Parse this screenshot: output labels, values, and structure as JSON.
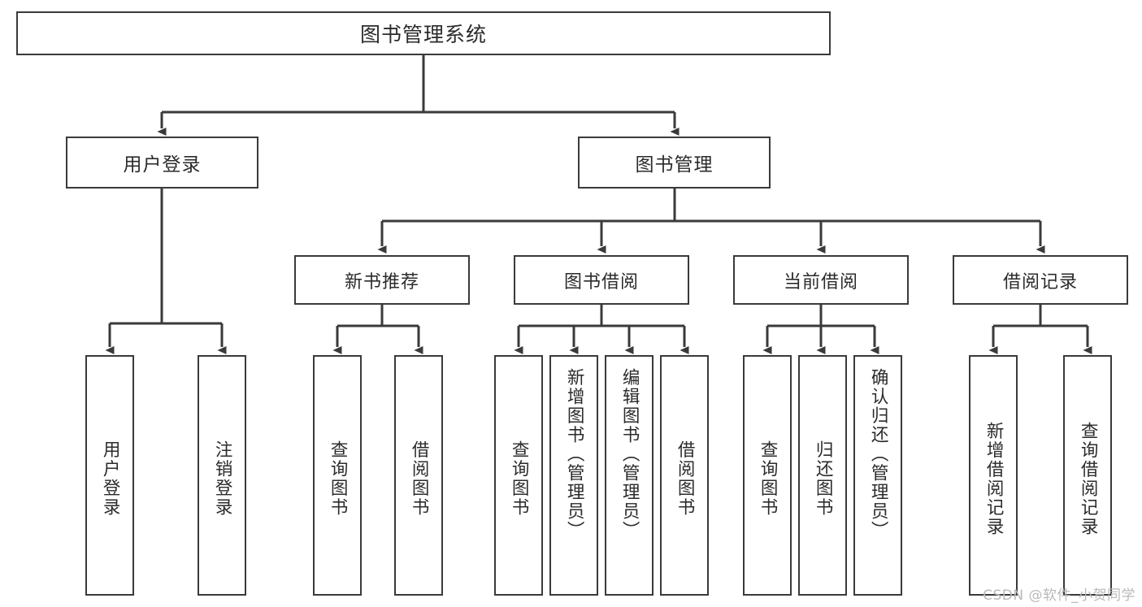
{
  "diagram": {
    "title": "图书管理系统",
    "watermark": "CSDN @软件_小贺同学",
    "colors": {
      "stroke": "#3a3a3a",
      "text": "#2b2b2b",
      "background": "#ffffff",
      "watermark": "#b9b9b9"
    },
    "levels": {
      "root": {
        "label": "图书管理系统"
      },
      "level2": [
        {
          "label": "用户登录"
        },
        {
          "label": "图书管理"
        }
      ],
      "level3": [
        {
          "label": "新书推荐"
        },
        {
          "label": "图书借阅"
        },
        {
          "label": "当前借阅"
        },
        {
          "label": "借阅记录"
        }
      ],
      "leaves": {
        "user_login": [
          {
            "label": "用户登录"
          },
          {
            "label": "注销登录"
          }
        ],
        "new_book_recommend": [
          {
            "label": "查询图书"
          },
          {
            "label": "借阅图书"
          }
        ],
        "book_borrow": [
          {
            "label": "查询图书"
          },
          {
            "label": "新增图书（管理员）"
          },
          {
            "label": "编辑图书（管理员）"
          },
          {
            "label": "借阅图书"
          }
        ],
        "current_borrow": [
          {
            "label": "查询图书"
          },
          {
            "label": "归还图书"
          },
          {
            "label": "确认归还（管理员）"
          }
        ],
        "borrow_record": [
          {
            "label": "新增借阅记录"
          },
          {
            "label": "查询借阅记录"
          }
        ]
      }
    }
  }
}
